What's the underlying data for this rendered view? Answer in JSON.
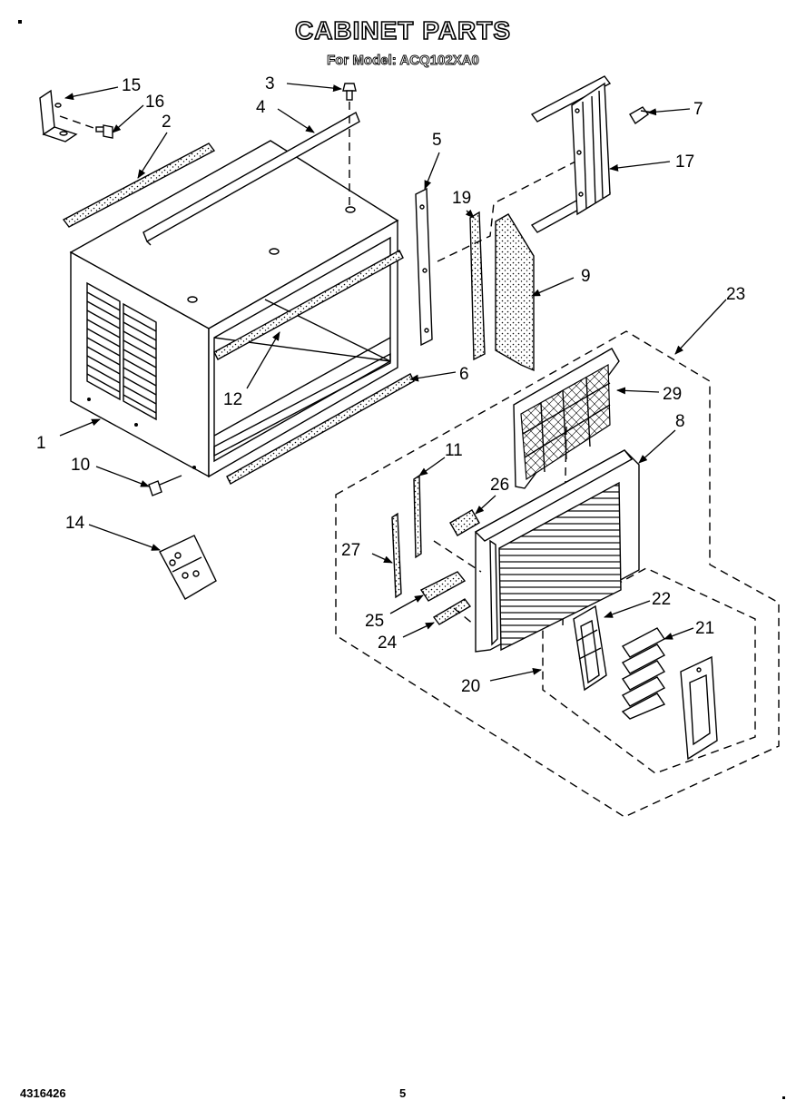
{
  "header": {
    "title": "CABINET PARTS",
    "subtitle": "For Model: ACQ102XA0"
  },
  "footer": {
    "part_number": "4316426",
    "page_number": "5"
  },
  "callouts": [
    "1",
    "2",
    "3",
    "4",
    "5",
    "6",
    "7",
    "8",
    "9",
    "10",
    "11",
    "12",
    "14",
    "15",
    "16",
    "17",
    "19",
    "20",
    "21",
    "22",
    "23",
    "24",
    "25",
    "26",
    "27",
    "29"
  ]
}
